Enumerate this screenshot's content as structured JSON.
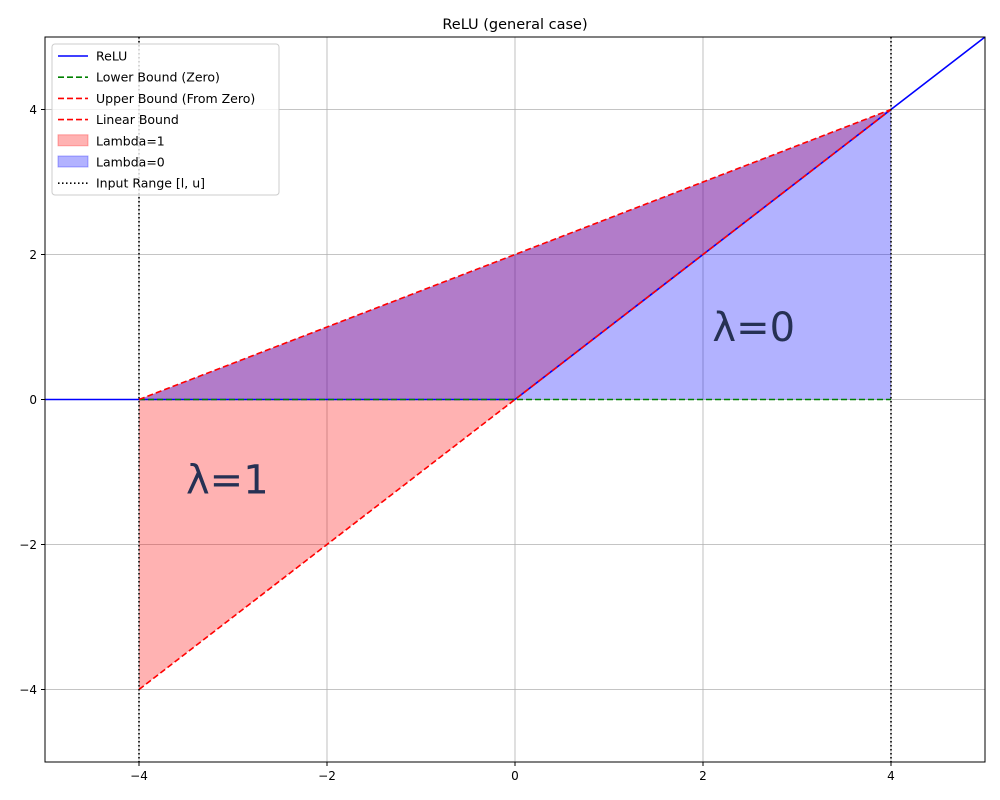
{
  "chart_data": {
    "type": "line",
    "title": "ReLU (general case)",
    "xlabel": "",
    "ylabel": "",
    "xlim": [
      -5,
      5
    ],
    "ylim": [
      -5,
      5
    ],
    "xticks": [
      -4,
      -2,
      0,
      2,
      4
    ],
    "yticks": [
      -4,
      -2,
      0,
      2,
      4
    ],
    "xtick_labels": [
      "−4",
      "−2",
      "0",
      "2",
      "4"
    ],
    "ytick_labels": [
      "−4",
      "−2",
      "0",
      "2",
      "4"
    ],
    "grid": true,
    "legend_position": "top-left",
    "series": [
      {
        "name": "ReLU",
        "style": "solid",
        "color": "#0000ff",
        "x": [
          -5,
          0,
          5
        ],
        "y": [
          0,
          0,
          5
        ]
      },
      {
        "name": "Lower Bound (Zero)",
        "style": "dashed",
        "color": "#008000",
        "x": [
          -4,
          4
        ],
        "y": [
          0,
          0
        ]
      },
      {
        "name": "Upper Bound (From Zero)",
        "style": "dashed",
        "color": "#ff0000",
        "x": [
          -4,
          4
        ],
        "y": [
          0,
          4
        ]
      },
      {
        "name": "Linear Bound",
        "style": "dashed",
        "color": "#ff0000",
        "x": [
          -4,
          4
        ],
        "y": [
          -4,
          4
        ]
      }
    ],
    "fills": [
      {
        "name": "Lambda=1",
        "color": "#ff0000",
        "alpha": 0.3,
        "x": [
          -4,
          4
        ],
        "lower": [
          -4,
          4
        ],
        "upper": [
          0,
          4
        ]
      },
      {
        "name": "Lambda=0",
        "color": "#0000ff",
        "alpha": 0.3,
        "x": [
          -4,
          0,
          4
        ],
        "lower": [
          0,
          0,
          0
        ],
        "upper": [
          0,
          2,
          4
        ]
      }
    ],
    "vlines": [
      {
        "name": "Input Range [l, u]",
        "style": "dotted",
        "color": "#000000",
        "x": [
          -4,
          4
        ]
      }
    ],
    "annotations": [
      {
        "text": "λ=1",
        "x": -3.5,
        "y": -1.1
      },
      {
        "text": "λ=0",
        "x": 2.1,
        "y": 1.0
      }
    ],
    "legend": [
      {
        "label": "ReLU",
        "kind": "line",
        "color": "#0000ff",
        "style": "solid"
      },
      {
        "label": "Lower Bound (Zero)",
        "kind": "line",
        "color": "#008000",
        "style": "dashed"
      },
      {
        "label": "Upper Bound (From Zero)",
        "kind": "line",
        "color": "#ff0000",
        "style": "dashed"
      },
      {
        "label": "Linear Bound",
        "kind": "line",
        "color": "#ff0000",
        "style": "dashed"
      },
      {
        "label": "Lambda=1",
        "kind": "patch",
        "color": "#ff0000",
        "alpha": 0.3
      },
      {
        "label": "Lambda=0",
        "kind": "patch",
        "color": "#0000ff",
        "alpha": 0.3
      },
      {
        "label": "Input Range [l, u]",
        "kind": "line",
        "color": "#000000",
        "style": "dotted"
      }
    ]
  }
}
